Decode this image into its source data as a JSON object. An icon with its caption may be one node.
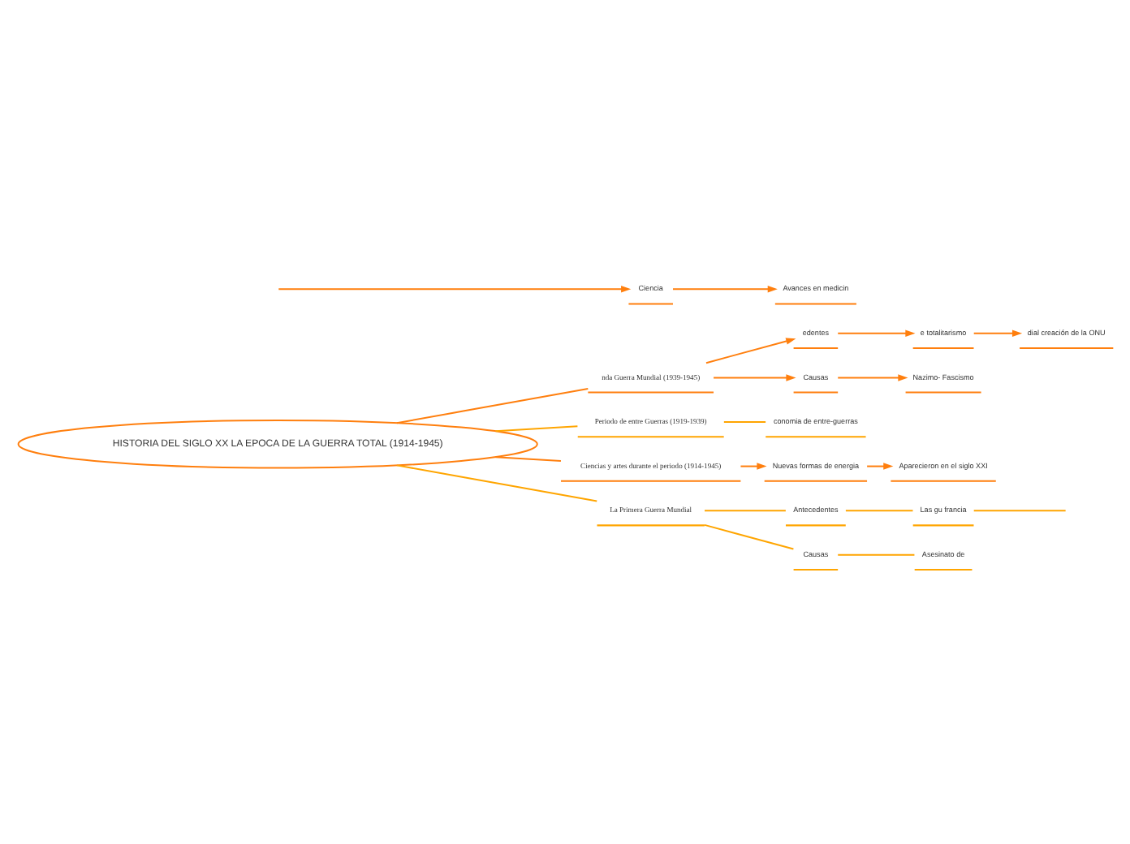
{
  "diagram": {
    "nodes": [
      {
        "text": [
          "HISTORIA DEL SIGLO XX LA EPOCA DE LA GUERRA TOTAL (1914-1945)"
        ]
      },
      {
        "text": [
          "nda Guerra Mundial (1939-1945)"
        ]
      },
      {
        "text": [
          "edentes"
        ]
      },
      {
        "text": [
          "Causas"
        ]
      },
      {
        "text": [
          "e totalitarismo"
        ]
      },
      {
        "text": [
          "Nazimo- Fascismo"
        ]
      },
      {
        "text": [
          "dial creación de la ONU"
        ]
      },
      {
        "text": [
          "Periodo de entre Guerras (1919-1939)"
        ]
      },
      {
        "text": [
          "conomia de entre-guerras"
        ]
      },
      {
        "text": [
          "Ciencias y artes durante el periodo (1914-1945)"
        ]
      },
      {
        "text": [
          "Nuevas formas de energia"
        ]
      },
      {
        "text": [
          "Aparecieron en el siglo XXI"
        ]
      },
      {
        "text": [
          "Ciencia"
        ]
      },
      {
        "text": [
          "Avances en medicin"
        ]
      },
      {
        "text": [
          "La Primera Guerra Mundial"
        ]
      },
      {
        "text": [
          "Antecedentes"
        ]
      },
      {
        "text": [
          "Las gu francia"
        ]
      },
      {
        "text": [
          "Causas"
        ]
      },
      {
        "text": [
          "Asesinato de"
        ]
      }
    ],
    "edges": [
      {
        "from": 0,
        "to": 1,
        "arrow": "none"
      },
      {
        "from": 1,
        "to": 2,
        "arrow": "to"
      },
      {
        "from": 1,
        "to": 3,
        "arrow": "to"
      },
      {
        "from": 2,
        "to": 4,
        "arrow": "to"
      },
      {
        "from": 3,
        "to": 5,
        "arrow": "to"
      },
      {
        "from": 4,
        "to": 6,
        "arrow": "to"
      },
      {
        "from": 0,
        "to": 7,
        "arrow": "none",
        "color": "#ffa500"
      },
      {
        "from": 7,
        "to": 8,
        "arrow": "none",
        "color": "#ffa500"
      },
      {
        "from": 0,
        "to": 9,
        "arrow": "none"
      },
      {
        "from": 9,
        "to": 10,
        "arrow": "to"
      },
      {
        "from": 10,
        "to": 11,
        "arrow": "to"
      },
      {
        "from": null,
        "to": 12,
        "arrow": "to"
      },
      {
        "from": 12,
        "to": 13,
        "arrow": "to"
      },
      {
        "from": 0,
        "to": 14,
        "arrow": "none",
        "color": "#ffa500"
      },
      {
        "from": 14,
        "to": 15,
        "arrow": "none",
        "color": "#ffa500"
      },
      {
        "from": 14,
        "to": 17,
        "arrow": "none",
        "color": "#ffa500"
      },
      {
        "from": 15,
        "to": 16,
        "arrow": "none",
        "color": "#ffa500"
      },
      {
        "from": 16,
        "to": null,
        "arrow": "none",
        "color": "#ffa500"
      },
      {
        "from": 17,
        "to": 18,
        "arrow": "none",
        "color": "#ffa500"
      }
    ]
  }
}
